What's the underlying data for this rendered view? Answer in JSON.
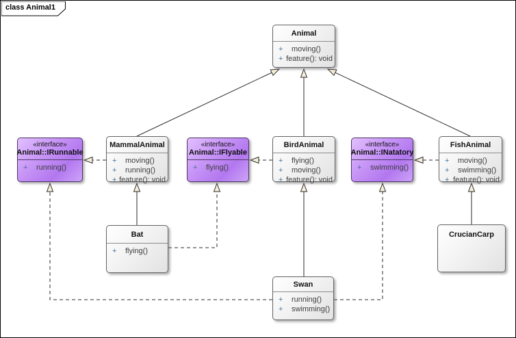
{
  "frame": {
    "label": "class Animal1"
  },
  "visibility_prefix": "+",
  "colors": {
    "interface_fill": "#bb84f2",
    "class_fill": "#ededed",
    "arrowhead_fill": "#f7efda",
    "line": "#2a2a2a"
  },
  "classes": [
    {
      "id": "animal",
      "kind": "class",
      "name": "Animal",
      "operations": [
        "moving()",
        "feature(): void"
      ]
    },
    {
      "id": "mammal",
      "kind": "class",
      "name": "MammalAnimal",
      "operations": [
        "moving()",
        "running()",
        "feature(): void"
      ]
    },
    {
      "id": "irunnable",
      "kind": "interface",
      "stereotype": "«interface»",
      "name": "Animal::IRunnable",
      "operations": [
        "running()"
      ]
    },
    {
      "id": "iflyable",
      "kind": "interface",
      "stereotype": "«interface»",
      "name": "Animal::IFlyable",
      "operations": [
        "flying()"
      ]
    },
    {
      "id": "bird",
      "kind": "class",
      "name": "BirdAnimal",
      "operations": [
        "flying()",
        "moving()",
        "feature(): void"
      ]
    },
    {
      "id": "inatatory",
      "kind": "interface",
      "stereotype": "«interface»",
      "name": "Animal::INatatory",
      "operations": [
        "swimming()"
      ]
    },
    {
      "id": "fish",
      "kind": "class",
      "name": "FishAnimal",
      "operations": [
        "moving()",
        "swimming()",
        "feature(): void"
      ]
    },
    {
      "id": "bat",
      "kind": "class",
      "name": "Bat",
      "operations": [
        "flying()"
      ]
    },
    {
      "id": "swan",
      "kind": "class",
      "name": "Swan",
      "operations": [
        "running()",
        "swimming()"
      ]
    },
    {
      "id": "cruciancarp",
      "kind": "class",
      "name": "CrucianCarp",
      "operations": []
    }
  ],
  "relationships": [
    {
      "type": "generalization",
      "from": "MammalAnimal",
      "to": "Animal"
    },
    {
      "type": "generalization",
      "from": "BirdAnimal",
      "to": "Animal"
    },
    {
      "type": "generalization",
      "from": "FishAnimal",
      "to": "Animal"
    },
    {
      "type": "generalization",
      "from": "Bat",
      "to": "MammalAnimal"
    },
    {
      "type": "generalization",
      "from": "Swan",
      "to": "BirdAnimal"
    },
    {
      "type": "generalization",
      "from": "CrucianCarp",
      "to": "FishAnimal"
    },
    {
      "type": "realization",
      "from": "MammalAnimal",
      "to": "Animal::IRunnable"
    },
    {
      "type": "realization",
      "from": "BirdAnimal",
      "to": "Animal::IFlyable"
    },
    {
      "type": "realization",
      "from": "FishAnimal",
      "to": "Animal::INatatory"
    },
    {
      "type": "realization",
      "from": "Bat",
      "to": "Animal::IFlyable"
    },
    {
      "type": "realization",
      "from": "Swan",
      "to": "Animal::IRunnable"
    },
    {
      "type": "realization",
      "from": "Swan",
      "to": "Animal::INatatory"
    }
  ]
}
